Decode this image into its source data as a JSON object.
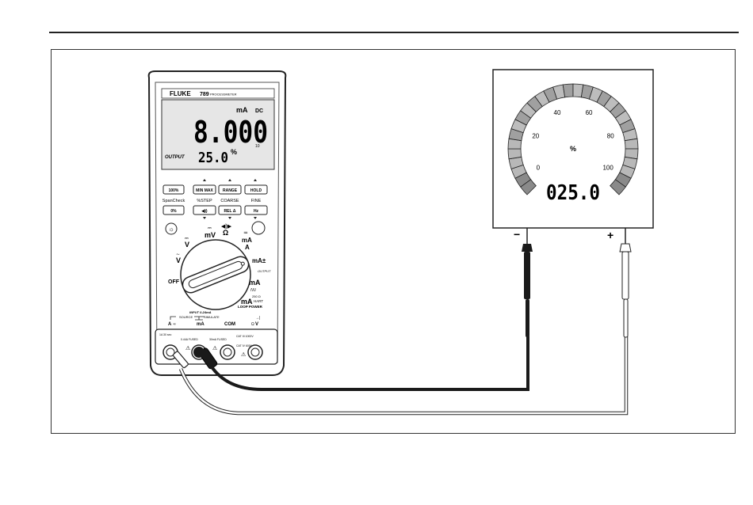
{
  "meter": {
    "brand": "FLUKE",
    "model": "789",
    "model_sub": "PROCESSMETER",
    "unit_top": "mA",
    "dc": "DC",
    "reading": "8.000",
    "sub_small": "10",
    "output_label": "OUTPUT",
    "output_value": "25.0",
    "percent": "%",
    "buttons_row1": [
      "100%",
      "MIN MAX",
      "RANGE",
      "HOLD"
    ],
    "labels_row": [
      "SpanCheck",
      "%STEP",
      "COARSE",
      "FINE"
    ],
    "buttons_row2": [
      "0%",
      "◀))",
      "REL Δ",
      "Hz"
    ],
    "dial": {
      "v_ac": "V",
      "mv": "mV",
      "ohm": "Ω",
      "ma_a": "mA",
      "a": "A",
      "v_dc": "V",
      "ma_pm": "mA±",
      "output": "OUTPUT",
      "ma_ramp": "mA",
      "ramp": "/\\/\\/",
      "off": "OFF",
      "ma_loop": "mA",
      "ohm250": "250 Ω",
      "hart": "HART",
      "loop_power": "LOOP POWER"
    },
    "jacks": {
      "input": "INPUT 0-24mA",
      "source": "SOURCE",
      "simulate": "SIMULATE",
      "a_jack": "A",
      "ma_jack": "mA",
      "com": "COM",
      "v_jack": "V",
      "j1": "1A 30 sec",
      "j2": "0.44A FUSED",
      "j3": "30mA FUSED",
      "j4": "CAT III 1000V",
      "j5": "CAT IV 600V"
    }
  },
  "gauge": {
    "ticks": [
      "0",
      "20",
      "40",
      "60",
      "80",
      "100"
    ],
    "unit": "%",
    "value": "025.0",
    "level_percent": 25,
    "minus": "−",
    "plus": "+"
  },
  "colors": {
    "probe_black": "#1a1a1a",
    "probe_red_lead": "#ffffff",
    "lcd": "#e6e6e6",
    "scale_grey": "#8a8a8a"
  }
}
